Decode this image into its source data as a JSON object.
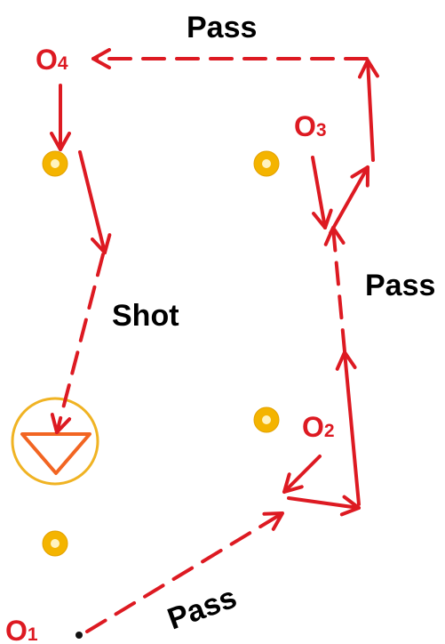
{
  "labels": {
    "pass_top": "Pass",
    "pass_right": "Pass",
    "pass_bottom": "Pass",
    "shot": "Shot"
  },
  "players": {
    "o1": {
      "letter": "O",
      "number": "1"
    },
    "o2": {
      "letter": "O",
      "number": "2"
    },
    "o3": {
      "letter": "O",
      "number": "3"
    },
    "o4": {
      "letter": "O",
      "number": "4"
    }
  },
  "icons": {
    "cone": "cone-icon",
    "ball": "ball-icon",
    "goal": "goal-icon",
    "arrow": "arrow-icon"
  },
  "colors": {
    "arrow": "#dd1a22",
    "cone_fill": "#f4b400",
    "cone_center": "#fff3c0",
    "goal_ring": "#f0b323",
    "goal_triangle": "#f26522",
    "text": "#000000",
    "player_label": "#dd1a22"
  }
}
